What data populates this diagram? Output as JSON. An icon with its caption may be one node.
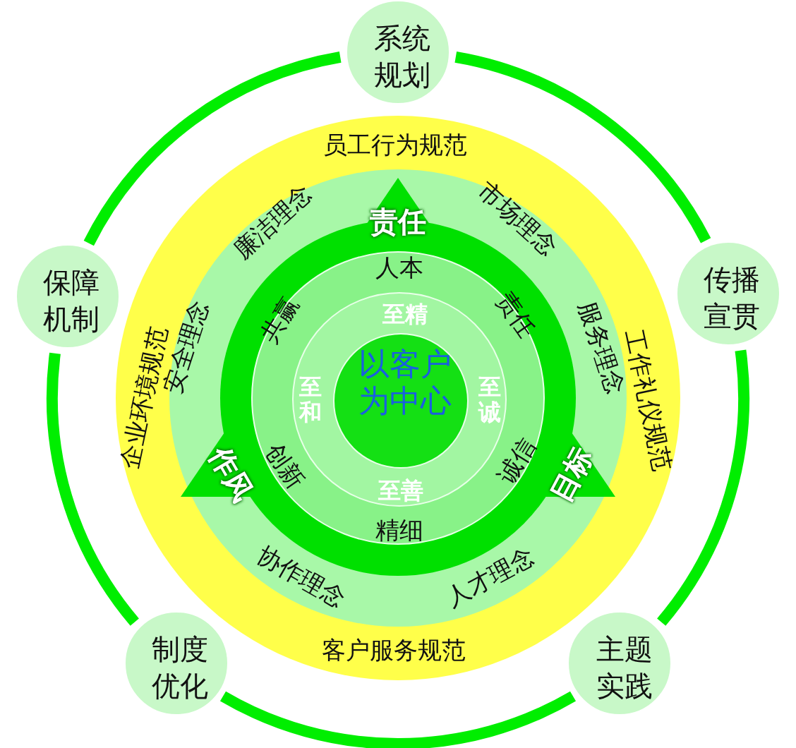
{
  "diagram": {
    "nodes": [
      {
        "text": [
          "系统规划"
        ]
      },
      {
        "text": [
          "传播宣贯"
        ]
      },
      {
        "text": [
          "主题实践"
        ]
      },
      {
        "text": [
          "制度优化"
        ]
      },
      {
        "text": [
          "保障机制"
        ]
      },
      {
        "text": [
          "员工行为规范",
          "工作礼仪规范",
          "客户服务规范",
          "企业环境规范"
        ]
      },
      {
        "text": [
          "廉洁理念",
          "市场理念",
          "服务理念",
          "人才理念",
          "协作理念",
          "安全理念"
        ],
        "in": 5
      },
      {
        "text": [
          "责任",
          "目标",
          "作风"
        ],
        "in": 6
      },
      {
        "text": [
          "人本",
          "责任",
          "诚信",
          "精细",
          "创新",
          "共赢"
        ],
        "in": 7
      },
      {
        "text": [
          "至精",
          "至诚",
          "至善",
          "至和"
        ],
        "in": 8
      },
      {
        "text": [
          "以客户为中心"
        ],
        "in": 9
      }
    ],
    "edges": [
      {
        "from": 0,
        "to": 1,
        "arrow": "none"
      },
      {
        "from": 1,
        "to": 2,
        "arrow": "none"
      },
      {
        "from": 2,
        "to": 3,
        "arrow": "none"
      },
      {
        "from": 3,
        "to": 4,
        "arrow": "none"
      },
      {
        "from": 4,
        "to": 0,
        "arrow": "none"
      }
    ]
  }
}
